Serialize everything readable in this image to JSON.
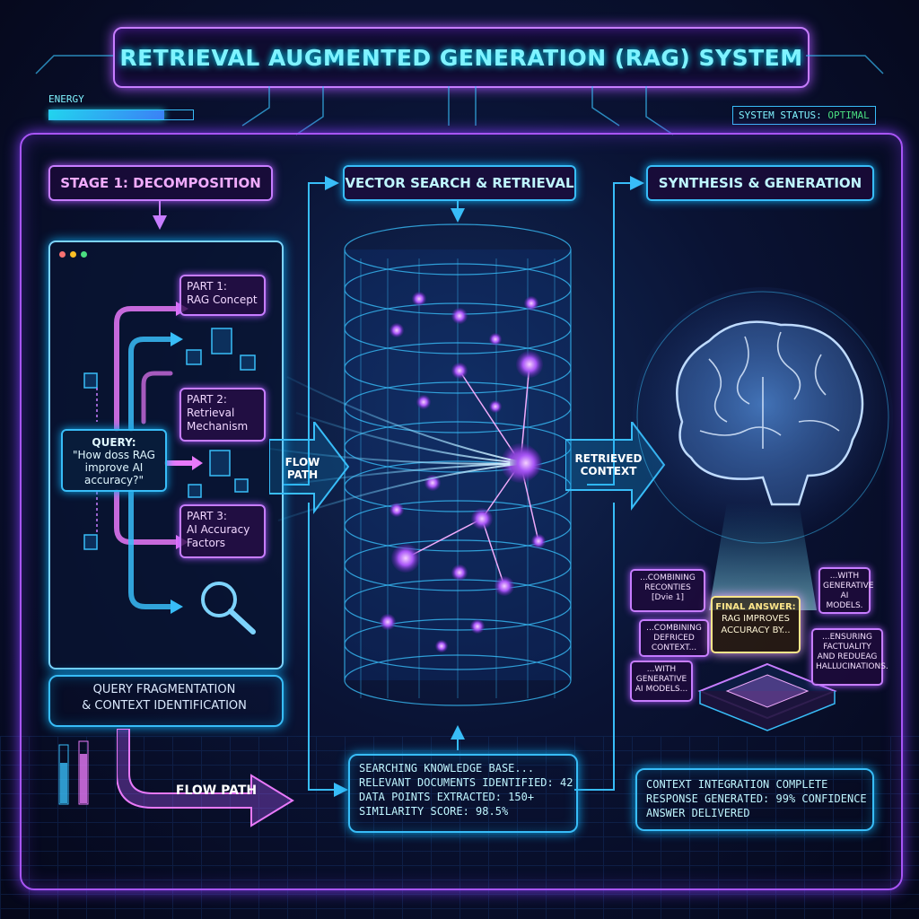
{
  "title": "RETRIEVAL AUGMENTED GENERATION (RAG) SYSTEM",
  "hud": {
    "energy_label": "ENERGY",
    "energy_level": 0.8,
    "status_label": "SYSTEM STATUS:",
    "status_value": "OPTIMAL"
  },
  "colors": {
    "cyan": "#38bdf8",
    "purple": "#c77dff",
    "magenta": "#e879f9",
    "status_ok": "#4ade80"
  },
  "stage1": {
    "label": "STAGE 1: DECOMPOSITION",
    "query": {
      "title": "QUERY:",
      "text": "\"How doss RAG improve AI accuracy?\""
    },
    "parts": [
      {
        "title": "PART 1:",
        "text": "RAG Concept"
      },
      {
        "title": "PART 2:",
        "text": "Retrieval Mechanism"
      },
      {
        "title": "PART 3:",
        "text": "AI Accuracy Factors"
      }
    ],
    "caption_line1": "QUERY FRAGMENTATION",
    "caption_line2": "& CONTEXT IDENTIFICATION",
    "flow_label": "FLOW PATH"
  },
  "stage2": {
    "label": "VECTOR SEARCH & RETRIEVAL",
    "flow_label_line1": "FLOW",
    "flow_label_line2": "PATH",
    "retrieved_line1": "RETRIEVED",
    "retrieved_line2": "CONTEXT",
    "log": [
      "SEARCHING KNOWLEDGE BASE...",
      "RELEVANT DOCUMENTS IDENTIFIED: 42",
      "DATA POINTS EXTRACTED: 150+",
      "SIMILARITY SCORE: 98.5%"
    ]
  },
  "stage3": {
    "label": "SYNTHESIS & GENERATION",
    "bubbles": [
      "...COMBINING RECONTIES [Dvie 1]",
      "...COMBINING DEFRICED CONTEXT...",
      "...WITH GENERATIVE AI MODELS...",
      "...WITH GENERATIVE AI MODELS.",
      "...ENSURING FACTUALITY AND REDUEAG HALLUCINATIONS."
    ],
    "final_title": "FINAL ANSWER:",
    "final_text": "RAG IMPROVES ACCURACY BY...",
    "log": [
      "CONTEXT INTEGRATION COMPLETE",
      "RESPONSE GENERATED: 99% CONFIDENCE",
      "ANSWER DELIVERED"
    ]
  }
}
